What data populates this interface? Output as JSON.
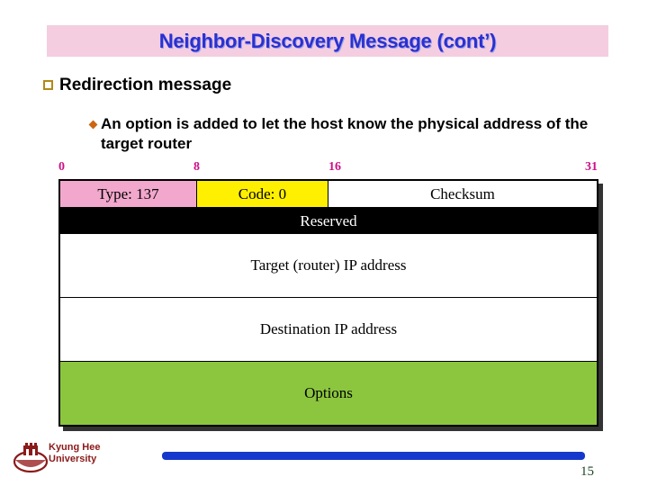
{
  "slide": {
    "title": "Neighbor-Discovery Message (cont’)",
    "title_bg_color": "#f4cde0",
    "title_text_color": "#2a31d0"
  },
  "bullets": {
    "level1": {
      "bullet_glyph": "square-outline-bullet",
      "text": "Redirection message"
    },
    "level2": {
      "bullet_glyph": "diamond-bullet",
      "text": "An option is added to let the host know the physical address of the target router"
    }
  },
  "bit_ruler": {
    "ticks": [
      {
        "label": "0",
        "left_pct": 0
      },
      {
        "label": "8",
        "left_pct": 25
      },
      {
        "label": "16",
        "left_pct": 50
      },
      {
        "label": "31",
        "left_pct": 98
      }
    ]
  },
  "packet": {
    "rows": [
      {
        "cells": [
          {
            "label": "Type: 137",
            "color": "#f2a7cc"
          },
          {
            "label": "Code: 0",
            "color": "#ffef00"
          },
          {
            "label": "Checksum",
            "color": "#ffffff"
          }
        ]
      },
      {
        "cells": [
          {
            "label": "Reserved",
            "color": "#000000"
          }
        ]
      },
      {
        "cells": [
          {
            "label": "Target (router) IP address",
            "color": "#ffffff"
          }
        ]
      },
      {
        "cells": [
          {
            "label": "Destination IP address",
            "color": "#ffffff"
          }
        ]
      },
      {
        "cells": [
          {
            "label": "Options",
            "color": "#8cc63f"
          }
        ]
      }
    ]
  },
  "footer": {
    "logo": "kyung-hee-university-crest",
    "org_line1": "Kyung Hee",
    "org_line2": "University",
    "bar_color": "#1538cc",
    "page_number": "15"
  }
}
